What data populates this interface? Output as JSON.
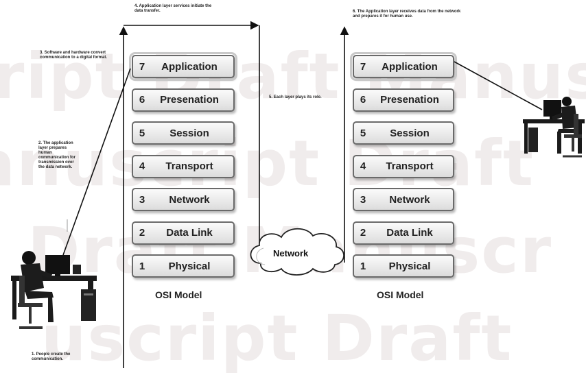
{
  "watermark": {
    "rows": [
      "ript Draft Manus",
      "anuscript Draft",
      "Draft Manuscr",
      "uscript Draft"
    ]
  },
  "left_stack": {
    "layers": [
      {
        "num": "7",
        "name": "Application"
      },
      {
        "num": "6",
        "name": "Presenation"
      },
      {
        "num": "5",
        "name": "Session"
      },
      {
        "num": "4",
        "name": "Transport"
      },
      {
        "num": "3",
        "name": "Network"
      },
      {
        "num": "2",
        "name": "Data Link"
      },
      {
        "num": "1",
        "name": "Physical"
      }
    ],
    "label": "OSI Model"
  },
  "right_stack": {
    "layers": [
      {
        "num": "7",
        "name": "Application"
      },
      {
        "num": "6",
        "name": "Presenation"
      },
      {
        "num": "5",
        "name": "Session"
      },
      {
        "num": "4",
        "name": "Transport"
      },
      {
        "num": "3",
        "name": "Network"
      },
      {
        "num": "2",
        "name": "Data Link"
      },
      {
        "num": "1",
        "name": "Physical"
      }
    ],
    "label": "OSI Model"
  },
  "cloud": {
    "label": "Network"
  },
  "notes": {
    "n1": "1. People create the communication.",
    "n2": "2. The application layer prepares human communication for transmission over the data network.",
    "n3": "3. Software and hardware convert communication to a digital format.",
    "n4": "4. Application layer services initiate the data transfer.",
    "n5": "5. Each layer plays its role.",
    "n6": "6. The Application layer receives data from the network and prepares it for human use."
  },
  "icons": {
    "left_person": "person-at-computer-icon",
    "right_person": "person-at-computer-icon",
    "cloud": "network-cloud-icon"
  }
}
